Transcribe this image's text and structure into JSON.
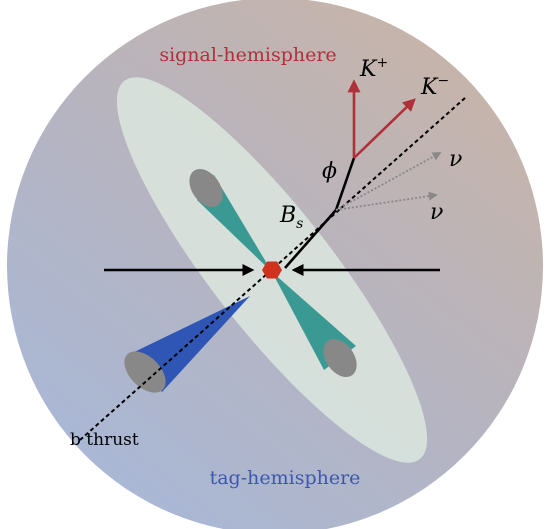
{
  "labels": {
    "signal_hemisphere": "signal-hemisphere",
    "tag_hemisphere": "tag-hemisphere",
    "b_thrust": "b thrust",
    "bs_base": "B",
    "bs_sub": "s",
    "phi": "ϕ",
    "kplus_base": "K",
    "kplus_sup": "+",
    "kminus_base": "K",
    "kminus_sup": "−",
    "nu_upper": "ν",
    "nu_lower": "ν"
  },
  "colors": {
    "signal_label": "#b0303a",
    "tag_label": "#3a58b0",
    "kaon_tracks": "#b0303a",
    "b_tag_cone": "#2f55b5",
    "jet_cones": "#3a9a93",
    "cone_caps": "#888888",
    "collision_point": "#d0321e",
    "neutrino_arrows": "#888888",
    "ellipse_fill": "#dde8df"
  }
}
